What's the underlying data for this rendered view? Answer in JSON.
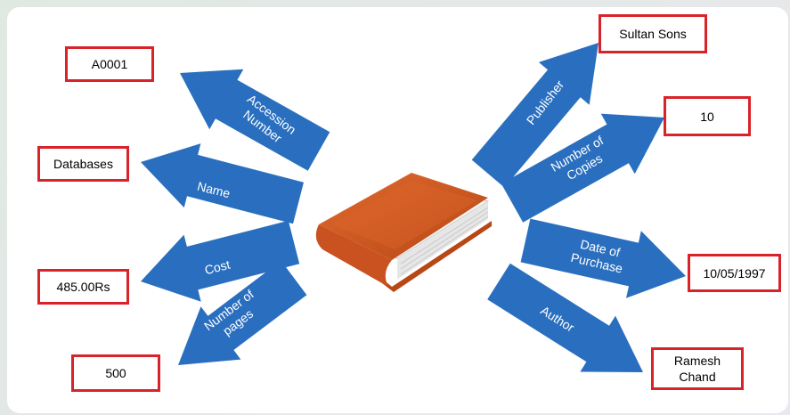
{
  "center_label": "",
  "left": [
    {
      "relation": "Accession Number",
      "lines": [
        "Accession",
        "Number"
      ],
      "value": "A0001"
    },
    {
      "relation": "Name",
      "lines": [
        "Name"
      ],
      "value": "Databases"
    },
    {
      "relation": "Cost",
      "lines": [
        "Cost"
      ],
      "value": "485.00Rs"
    },
    {
      "relation": "Number of pages",
      "lines": [
        "Number of",
        "pages"
      ],
      "value": "500"
    }
  ],
  "right": [
    {
      "relation": "Publisher",
      "lines": [
        "Publisher"
      ],
      "value": "Sultan Sons"
    },
    {
      "relation": "Number of Copies",
      "lines": [
        "Number of",
        "Copies"
      ],
      "value": "10"
    },
    {
      "relation": "Date of Purchase",
      "lines": [
        "Date of",
        "Purchase"
      ],
      "value": "10/05/1997"
    },
    {
      "relation": "Author",
      "lines": [
        "Author"
      ],
      "value": "Ramesh Chand"
    }
  ],
  "colors": {
    "arrow": "#2a6fbf",
    "box_border": "#d9232a",
    "book_cover": "#d35a24",
    "book_pages": "#e8e8e8"
  }
}
